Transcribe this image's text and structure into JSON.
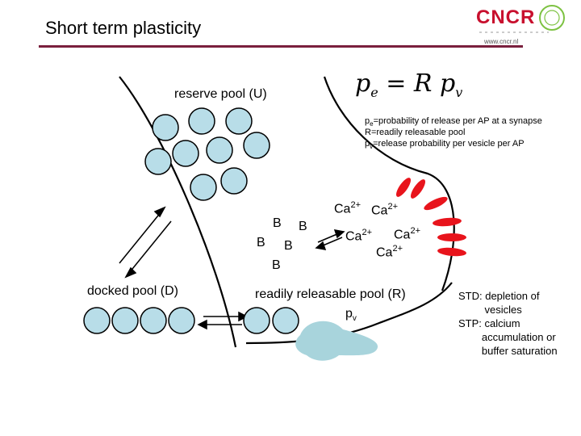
{
  "title": "Short term plasticity",
  "logo": {
    "text": "CNCR",
    "url": "www.cncr.nl"
  },
  "labels": {
    "reserve_pool": "reserve pool (U)",
    "docked_pool": "docked pool (D)",
    "rrp": "readily releasable pool (R)",
    "pv": "p",
    "pv_sub": "v"
  },
  "formula": {
    "lhs": "p",
    "lhs_sub": "e",
    "eq": " = ",
    "rhs": "R p",
    "rhs_sub": "v"
  },
  "definitions": [
    {
      "sym": "p",
      "sub": "e",
      "text": "=probability of release per AP at a synapse"
    },
    {
      "sym": "R",
      "sub": "",
      "text": "=readily releasable pool"
    },
    {
      "sym": "p",
      "sub": "v",
      "text": "=release probability per vesicle per AP"
    }
  ],
  "b_labels": [
    "B",
    "B",
    "B",
    "B",
    "B"
  ],
  "calcium": {
    "base": "Ca",
    "charge": "2+"
  },
  "notes": {
    "std": "STD: depletion of\n         vesicles",
    "stp": "STP: calcium\n        accumulation or\n        buffer saturation"
  },
  "colors": {
    "vesicle": "#b8dde8",
    "channel": "#e8141c",
    "title_rule": "#7a1f3d",
    "membrane_patch": "#a8d4dc"
  }
}
